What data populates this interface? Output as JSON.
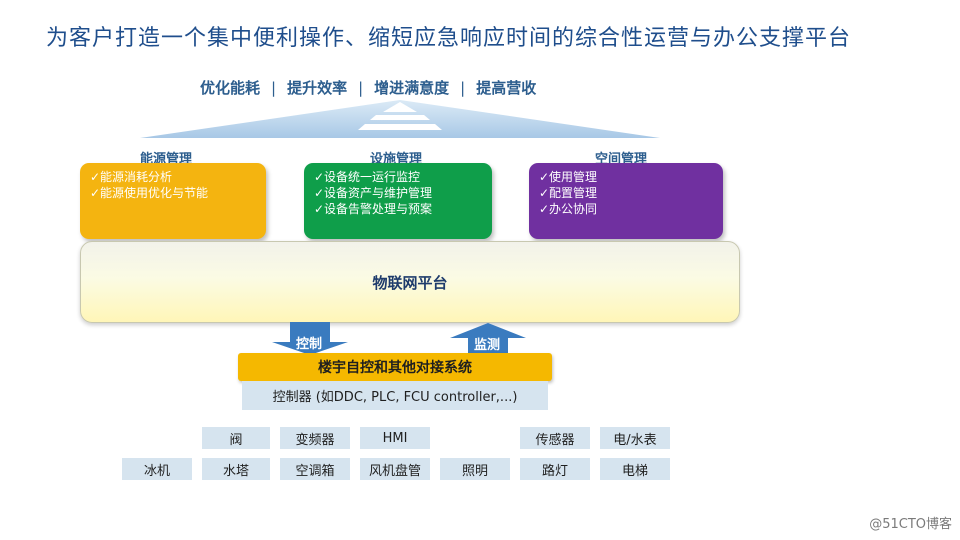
{
  "title": "为客户打造一个集中便利操作、缩短应急响应时间的综合性运营与办公支撑平台",
  "goals": [
    "优化能耗",
    "提升效率",
    "增进满意度",
    "提高营收"
  ],
  "goal_separator": "|",
  "categories": {
    "energy": {
      "label": "能源管理",
      "items": [
        "✓能源消耗分析",
        "✓能源使用优化与节能"
      ],
      "color": "#f4b410"
    },
    "facility": {
      "label": "设施管理",
      "items": [
        "✓设备统一运行监控",
        "✓设备资产与维护管理",
        "✓设备告警处理与预案"
      ],
      "color": "#0f9e4a"
    },
    "space": {
      "label": "空间管理",
      "items": [
        "✓使用管理",
        "✓配置管理",
        "✓办公协同"
      ],
      "color": "#7030a0"
    }
  },
  "platform": "物联网平台",
  "arrows": {
    "control": "控制",
    "monitor": "监测"
  },
  "bas": "楼宇自控和其他对接系统",
  "controller": "控制器 (如DDC, PLC, FCU controller,...)",
  "devices_row1": [
    "阀",
    "变频器",
    "HMI",
    "传感器",
    "电/水表"
  ],
  "devices_row2": [
    "冰机",
    "水塔",
    "空调箱",
    "风机盘管",
    "照明",
    "路灯",
    "电梯"
  ],
  "watermark": "@51CTO博客"
}
